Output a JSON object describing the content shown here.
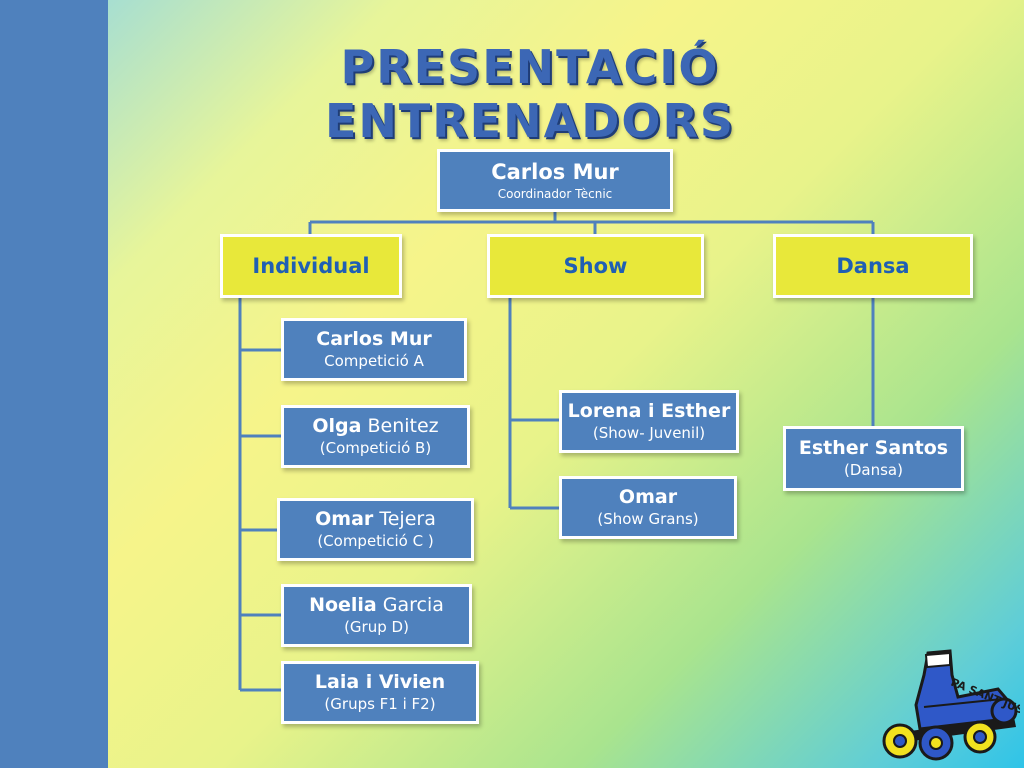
{
  "title": "Presentació entrenadors",
  "root": {
    "name": "Carlos Mur",
    "role": "Coordinador Tècnic"
  },
  "categories": {
    "individual": "Individual",
    "show": "Show",
    "dansa": "Dansa"
  },
  "individual": [
    {
      "name_bold": "Carlos Mur",
      "name_rest": "",
      "role": "Competició A"
    },
    {
      "name_bold": "Olga",
      "name_rest": " Benitez",
      "role": "(Competició B)"
    },
    {
      "name_bold": "Omar",
      "name_rest": " Tejera",
      "role": "(Competició C )"
    },
    {
      "name_bold": "Noelia",
      "name_rest": " Garcia",
      "role": "(Grup D)"
    },
    {
      "name_bold": "Laia i Vivien",
      "name_rest": "",
      "role": "(Grups F1 i F2)"
    }
  ],
  "show": [
    {
      "name": "Lorena i Esther",
      "role": "(Show- Juvenil)"
    },
    {
      "name": "Omar",
      "role": "(Show Grans)"
    }
  ],
  "dansa": [
    {
      "name": "Esther Santos",
      "role": "(Dansa)"
    }
  ],
  "logo": {
    "text": "PA SANT JUST"
  },
  "colors": {
    "sidebar": "#4f81bd",
    "node": "#4f81bd",
    "category": "#e8e83a",
    "category_text": "#1f5fb4",
    "title": "#3c67b5",
    "connector": "#4f81bd"
  }
}
